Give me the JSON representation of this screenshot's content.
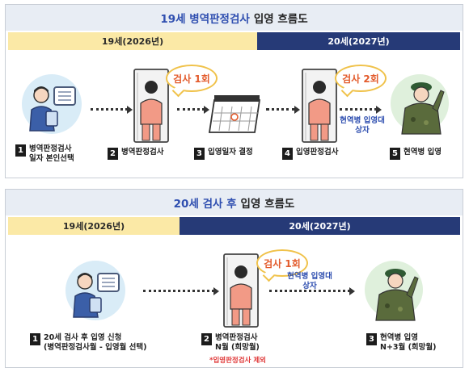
{
  "flow1": {
    "title_highlight": "19세 병역판정검사",
    "title_rest": "입영 흐름도",
    "timeline_19": "19세(2026년)",
    "timeline_20": "20세(2027년)",
    "bubble_1": "검사 1회",
    "bubble_2": "검사 2회",
    "note": "현역병 입영대상자",
    "steps": [
      {
        "num": "1",
        "line1": "병역판정검사",
        "line2": "일자 본인선택"
      },
      {
        "num": "2",
        "line1": "병역판정검사"
      },
      {
        "num": "3",
        "line1": "입영일자 결정"
      },
      {
        "num": "4",
        "line1": "입영판정검사"
      },
      {
        "num": "5",
        "line1": "현역병 입영"
      }
    ]
  },
  "flow2": {
    "title_highlight": "20세 검사 후",
    "title_rest": "입영 흐름도",
    "timeline_19": "19세(2026년)",
    "timeline_20": "20세(2027년)",
    "bubble_1": "검사 1회",
    "note": "현역병 입영대상자",
    "red_note": "*입영판정검사 제외",
    "steps": [
      {
        "num": "1",
        "line1": "20세 검사 후 입영 신청",
        "line2": "(병역판정검사월 - 입영월 선택)"
      },
      {
        "num": "2",
        "line1": "병역판정검사",
        "line2": "N월 (희망월)"
      },
      {
        "num": "3",
        "line1": "현역병 입영",
        "line2": "N+3월 (희망월)"
      }
    ]
  },
  "colors": {
    "accent_blue": "#2f4fb0",
    "year19": "#fbe9a6",
    "year20": "#263a77",
    "bubble_text": "#e35b2c",
    "red_note": "#e03a3a"
  },
  "icons": [
    "person-tablet-icon",
    "exam-booth-icon",
    "calendar-icon",
    "soldier-salute-icon"
  ]
}
